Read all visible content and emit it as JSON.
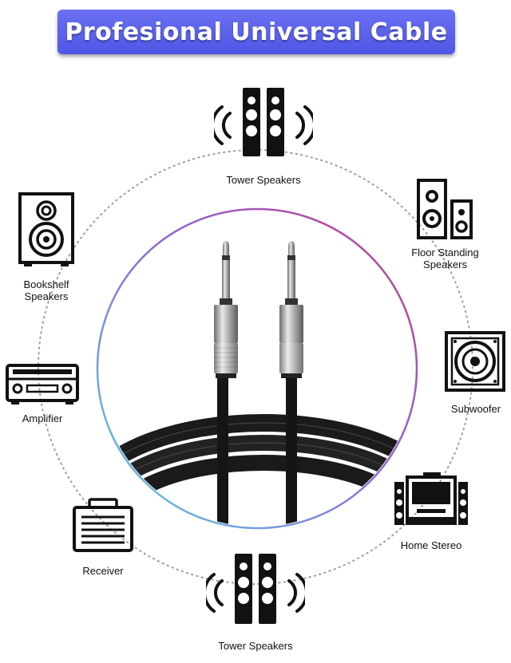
{
  "title": "Profesional Universal Cable",
  "devices": {
    "tower_top": "Tower Speakers",
    "floor_standing_line1": "Floor Standing",
    "floor_standing_line2": "Speakers",
    "bookshelf_line1": "Bookshelf",
    "bookshelf_line2": "Speakers",
    "subwoofer": "Subwoofer",
    "amplifier": "Amplifier",
    "home_stereo": "Home Stereo",
    "receiver": "Receiver",
    "tower_bottom": "Tower Speakers"
  },
  "colors": {
    "banner": "#5a60ea",
    "ring_start": "#5ad0e0",
    "ring_end": "#c23a8e",
    "dots": "#9aa0a6",
    "icon": "#111111"
  }
}
